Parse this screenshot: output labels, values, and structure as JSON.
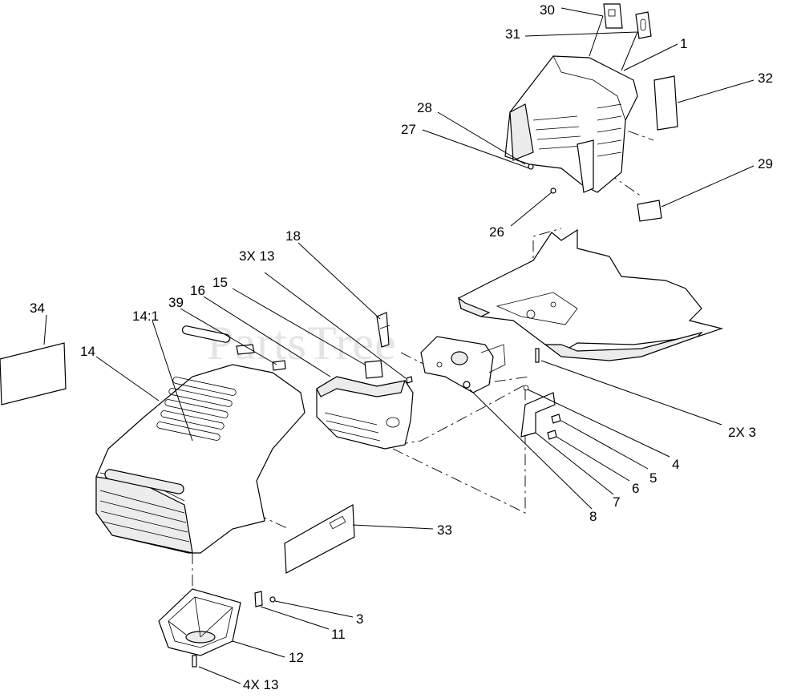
{
  "watermark": "PartsTree",
  "callouts": [
    {
      "id": "c30",
      "text": "30"
    },
    {
      "id": "c31",
      "text": "31"
    },
    {
      "id": "c1",
      "text": "1"
    },
    {
      "id": "c32",
      "text": "32"
    },
    {
      "id": "c28",
      "text": "28"
    },
    {
      "id": "c27",
      "text": "27"
    },
    {
      "id": "c29",
      "text": "29"
    },
    {
      "id": "c26",
      "text": "26"
    },
    {
      "id": "c18",
      "text": "18"
    },
    {
      "id": "c3x13",
      "text": "3X 13"
    },
    {
      "id": "c15",
      "text": "15"
    },
    {
      "id": "c16",
      "text": "16"
    },
    {
      "id": "c39",
      "text": "39"
    },
    {
      "id": "c14_1",
      "text": "14:1"
    },
    {
      "id": "c34",
      "text": "34"
    },
    {
      "id": "c14",
      "text": "14"
    },
    {
      "id": "c2x3",
      "text": "2X 3"
    },
    {
      "id": "c4",
      "text": "4"
    },
    {
      "id": "c5",
      "text": "5"
    },
    {
      "id": "c6",
      "text": "6"
    },
    {
      "id": "c7",
      "text": "7"
    },
    {
      "id": "c8",
      "text": "8"
    },
    {
      "id": "c33",
      "text": "33"
    },
    {
      "id": "c3",
      "text": "3"
    },
    {
      "id": "c11",
      "text": "11"
    },
    {
      "id": "c12",
      "text": "12"
    },
    {
      "id": "c4x13",
      "text": "4X 13"
    }
  ]
}
